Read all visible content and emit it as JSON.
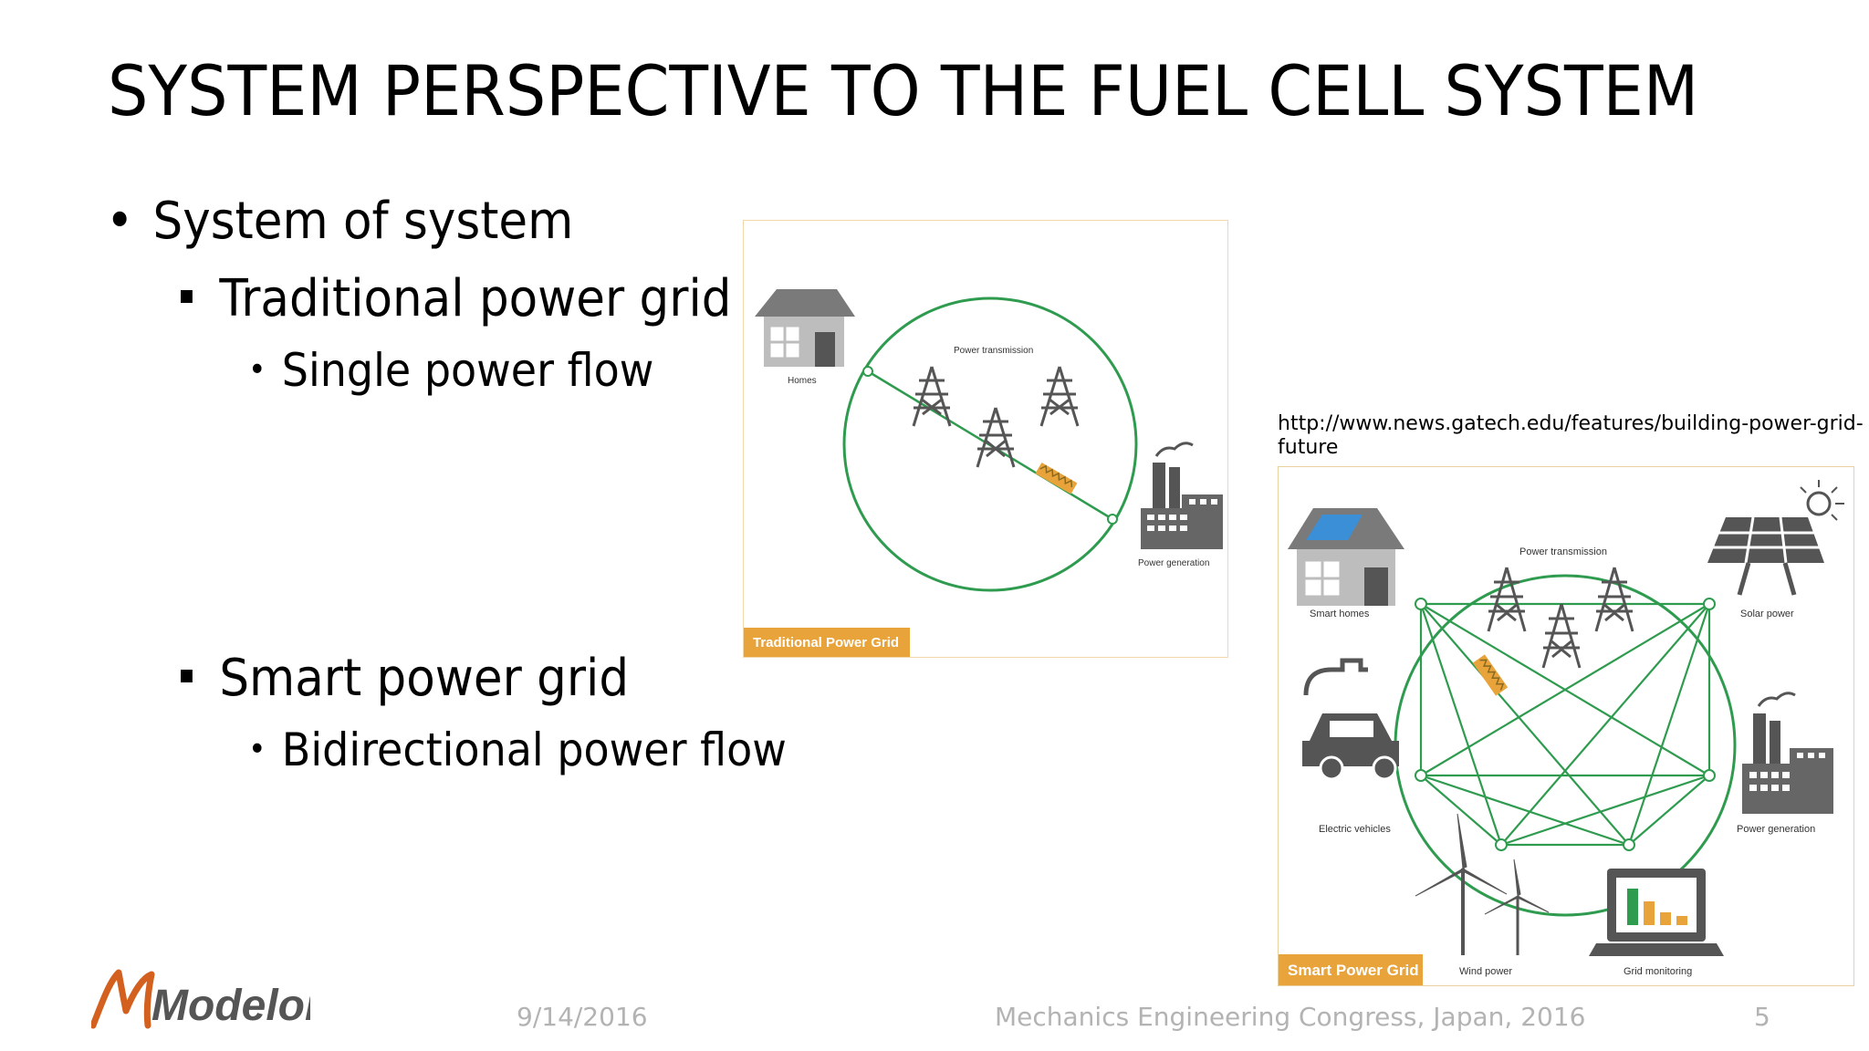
{
  "slide": {
    "title": "SYSTEM PERSPECTIVE TO THE FUEL CELL SYSTEM",
    "bullets": {
      "l1": "System of system",
      "traditional": "Traditional power grid",
      "single": "Single power flow",
      "smart": "Smart power grid",
      "bidirectional": "Bidirectional power flow"
    },
    "source_url": "http://www.news.gatech.edu/features/building-power-grid-future"
  },
  "traditional_figure": {
    "tag": "Traditional Power Grid",
    "labels": {
      "homes": "Homes",
      "transmission": "Power transmission",
      "generation": "Power generation"
    }
  },
  "smart_figure": {
    "tag": "Smart Power Grid",
    "labels": {
      "homes": "Smart homes",
      "transmission": "Power transmission",
      "solar": "Solar power",
      "ev": "Electric vehicles",
      "generation": "Power generation",
      "wind": "Wind power",
      "monitoring": "Grid monitoring"
    }
  },
  "footer": {
    "logo": "Modelon",
    "date": "9/14/2016",
    "event": "Mechanics Engineering Congress, Japan, 2016",
    "page": "5"
  },
  "colors": {
    "grid_green": "#2e9b4f",
    "tag_orange": "#e8a33a",
    "house_gray": "#7a7a7a",
    "solar_blue": "#3a8fd6",
    "logo_orange": "#d4601f",
    "footer_gray": "#b3b3b3"
  }
}
